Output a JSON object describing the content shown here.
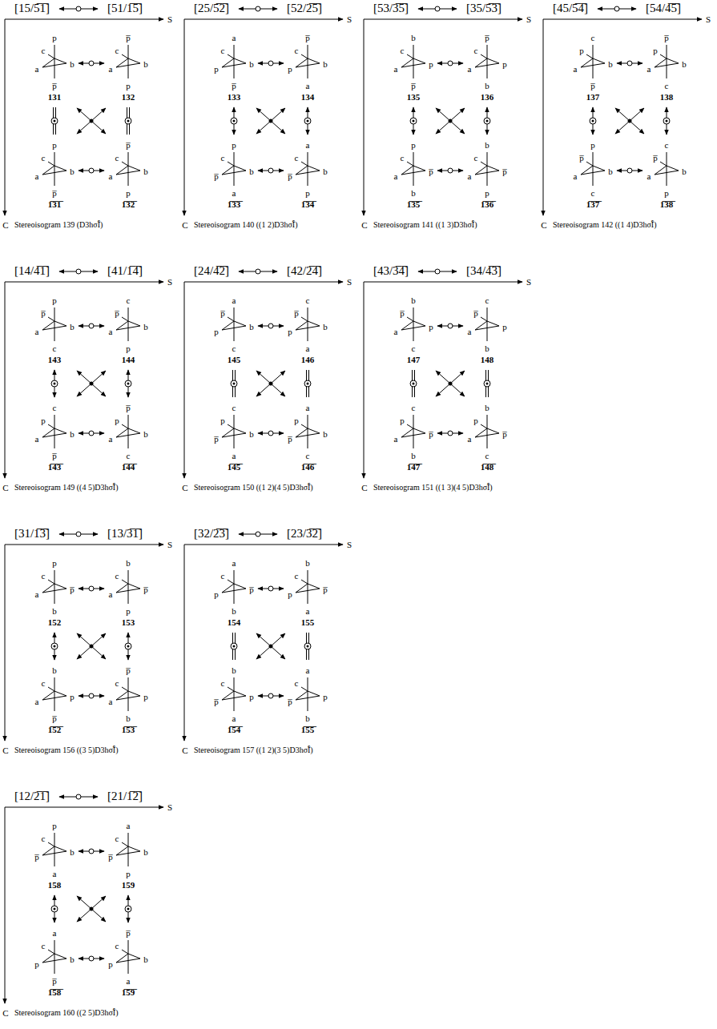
{
  "diagram": {
    "labels": [
      "[15/5̅1̅]",
      "[51/1̅5̅]",
      "S",
      "p",
      "c",
      "a",
      "b",
      "p̅",
      "131",
      "p̅",
      "c",
      "a",
      "b",
      "p",
      "132",
      "p",
      "c",
      "a",
      "b",
      "p̅",
      "1̅3̅1̅",
      "p̅",
      "c",
      "a",
      "b",
      "p",
      "1̅3̅2̅",
      "C",
      "Stereoisogram 139 (D3hσ̃Î)",
      "[25/5̅2̅]",
      "[52/2̅5̅]",
      "S",
      "a",
      "c",
      "p",
      "b",
      "p̅",
      "133",
      "p̅",
      "c",
      "p",
      "b",
      "a",
      "134",
      "p",
      "c",
      "p̅",
      "b",
      "a",
      "1̅3̅3̅",
      "a",
      "c",
      "p̅",
      "b",
      "p",
      "1̅3̅4̅",
      "C",
      "Stereoisogram 140 ((1 2)D3hσ̃Î)",
      "[53/3̅5̅]",
      "[35/5̅3̅]",
      "S",
      "b",
      "c",
      "a",
      "p",
      "p̅",
      "135",
      "p̅",
      "c",
      "a",
      "p",
      "b",
      "136",
      "p",
      "c",
      "a",
      "p̅",
      "b",
      "1̅3̅5̅",
      "b",
      "c",
      "a",
      "p̅",
      "p",
      "1̅3̅6̅",
      "C",
      "Stereoisogram 141 ((1 3)D3hσ̃Î)",
      "[45/5̅4̅]",
      "[54/4̅5̅]",
      "S",
      "c",
      "p",
      "a",
      "b",
      "p̅",
      "137",
      "p̅",
      "p",
      "a",
      "b",
      "c",
      "138",
      "p",
      "p̅",
      "a",
      "b",
      "c",
      "1̅3̅7̅",
      "c",
      "p̅",
      "a",
      "b",
      "p",
      "1̅3̅8̅",
      "C",
      "Stereoisogram 142 ((1 4)D3hσ̃Î)",
      "[14/4̅1̅]",
      "[41/1̅4̅]",
      "S",
      "p",
      "p̅",
      "a",
      "b",
      "c",
      "143",
      "c",
      "p̅",
      "a",
      "b",
      "p",
      "144",
      "c",
      "p",
      "a",
      "b",
      "p̅",
      "1̅4̅3̅",
      "p̅",
      "p",
      "a",
      "b",
      "c",
      "1̅4̅4̅",
      "C",
      "Stereoisogram 149 ((4 5)D3hσ̃Î)",
      "[24/4̅2̅]",
      "[42/2̅4̅]",
      "S",
      "a",
      "p̅",
      "p",
      "b",
      "c",
      "145",
      "c",
      "p̅",
      "p",
      "b",
      "a",
      "146",
      "c",
      "p",
      "p̅",
      "b",
      "a",
      "1̅4̅5̅",
      "a",
      "p",
      "p̅",
      "b",
      "c",
      "1̅4̅6̅",
      "C",
      "Stereoisogram 150 ((1 2)(4 5)D3hσ̃Î)",
      "[43/3̅4̅]",
      "[34/4̅3̅]",
      "S",
      "b",
      "p̅",
      "a",
      "p",
      "c",
      "147",
      "c",
      "p̅",
      "a",
      "p",
      "b",
      "148",
      "c",
      "p",
      "a",
      "p̅",
      "b",
      "1̅4̅7̅",
      "b",
      "p",
      "a",
      "p̅",
      "c",
      "1̅4̅8̅",
      "C",
      "Stereoisogram 151 ((1 3)(4 5)D3hσ̃Î)",
      "[31/1̅3̅]",
      "[13/3̅1̅]",
      "S",
      "p",
      "c",
      "a",
      "p̅",
      "b",
      "152",
      "b",
      "c",
      "a",
      "p̅",
      "p",
      "153",
      "b",
      "c",
      "a",
      "p",
      "p̅",
      "1̅5̅2̅",
      "p̅",
      "c",
      "a",
      "p",
      "b",
      "1̅5̅3̅",
      "C",
      "Stereoisogram 156 ((3 5)D3hσ̃Î)",
      "[32/2̅3̅]",
      "[23/3̅2̅]",
      "S",
      "a",
      "c",
      "p",
      "p̅",
      "b",
      "154",
      "b",
      "c",
      "p",
      "p̅",
      "a",
      "155",
      "b",
      "c",
      "p̅",
      "p",
      "a",
      "1̅5̅4̅",
      "a",
      "c",
      "p̅",
      "p",
      "b",
      "1̅5̅5̅",
      "C",
      "Stereoisogram 157 ((1 2)(3 5)D3hσ̃Î)",
      "[12/2̅1̅]",
      "[21/1̅2̅]",
      "S",
      "p",
      "c",
      "p̅",
      "b",
      "a",
      "158",
      "a",
      "c",
      "p̅",
      "b",
      "p",
      "159",
      "a",
      "c",
      "p",
      "b",
      "p̅",
      "1̅5̅8̅",
      "p̅",
      "c",
      "p",
      "b",
      "a",
      "1̅5̅9̅",
      "C",
      "Stereoisogram 160 ((2 5)D3hσ̃Î)"
    ]
  }
}
